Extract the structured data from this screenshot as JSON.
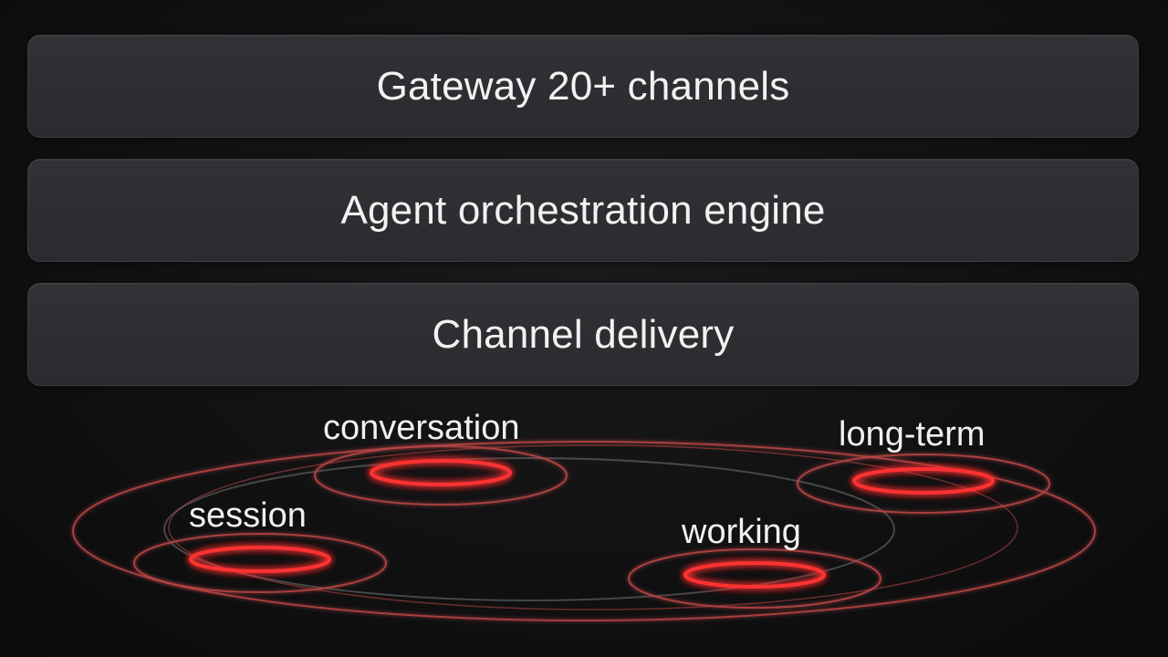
{
  "layers": [
    {
      "label": "Gateway 20+ channels"
    },
    {
      "label": "Agent orchestration engine"
    },
    {
      "label": "Channel delivery"
    }
  ],
  "memory": {
    "nodes": [
      {
        "label": "conversation"
      },
      {
        "label": "long-term"
      },
      {
        "label": "session"
      },
      {
        "label": "working"
      }
    ]
  },
  "colors": {
    "background": "#0f0f10",
    "layer_fill": "#2d2e31",
    "layer_border": "#3c3d41",
    "text": "#f2f2f2",
    "ring_glow": "#ff2a2a",
    "ring_faint": "#c84a4a"
  }
}
